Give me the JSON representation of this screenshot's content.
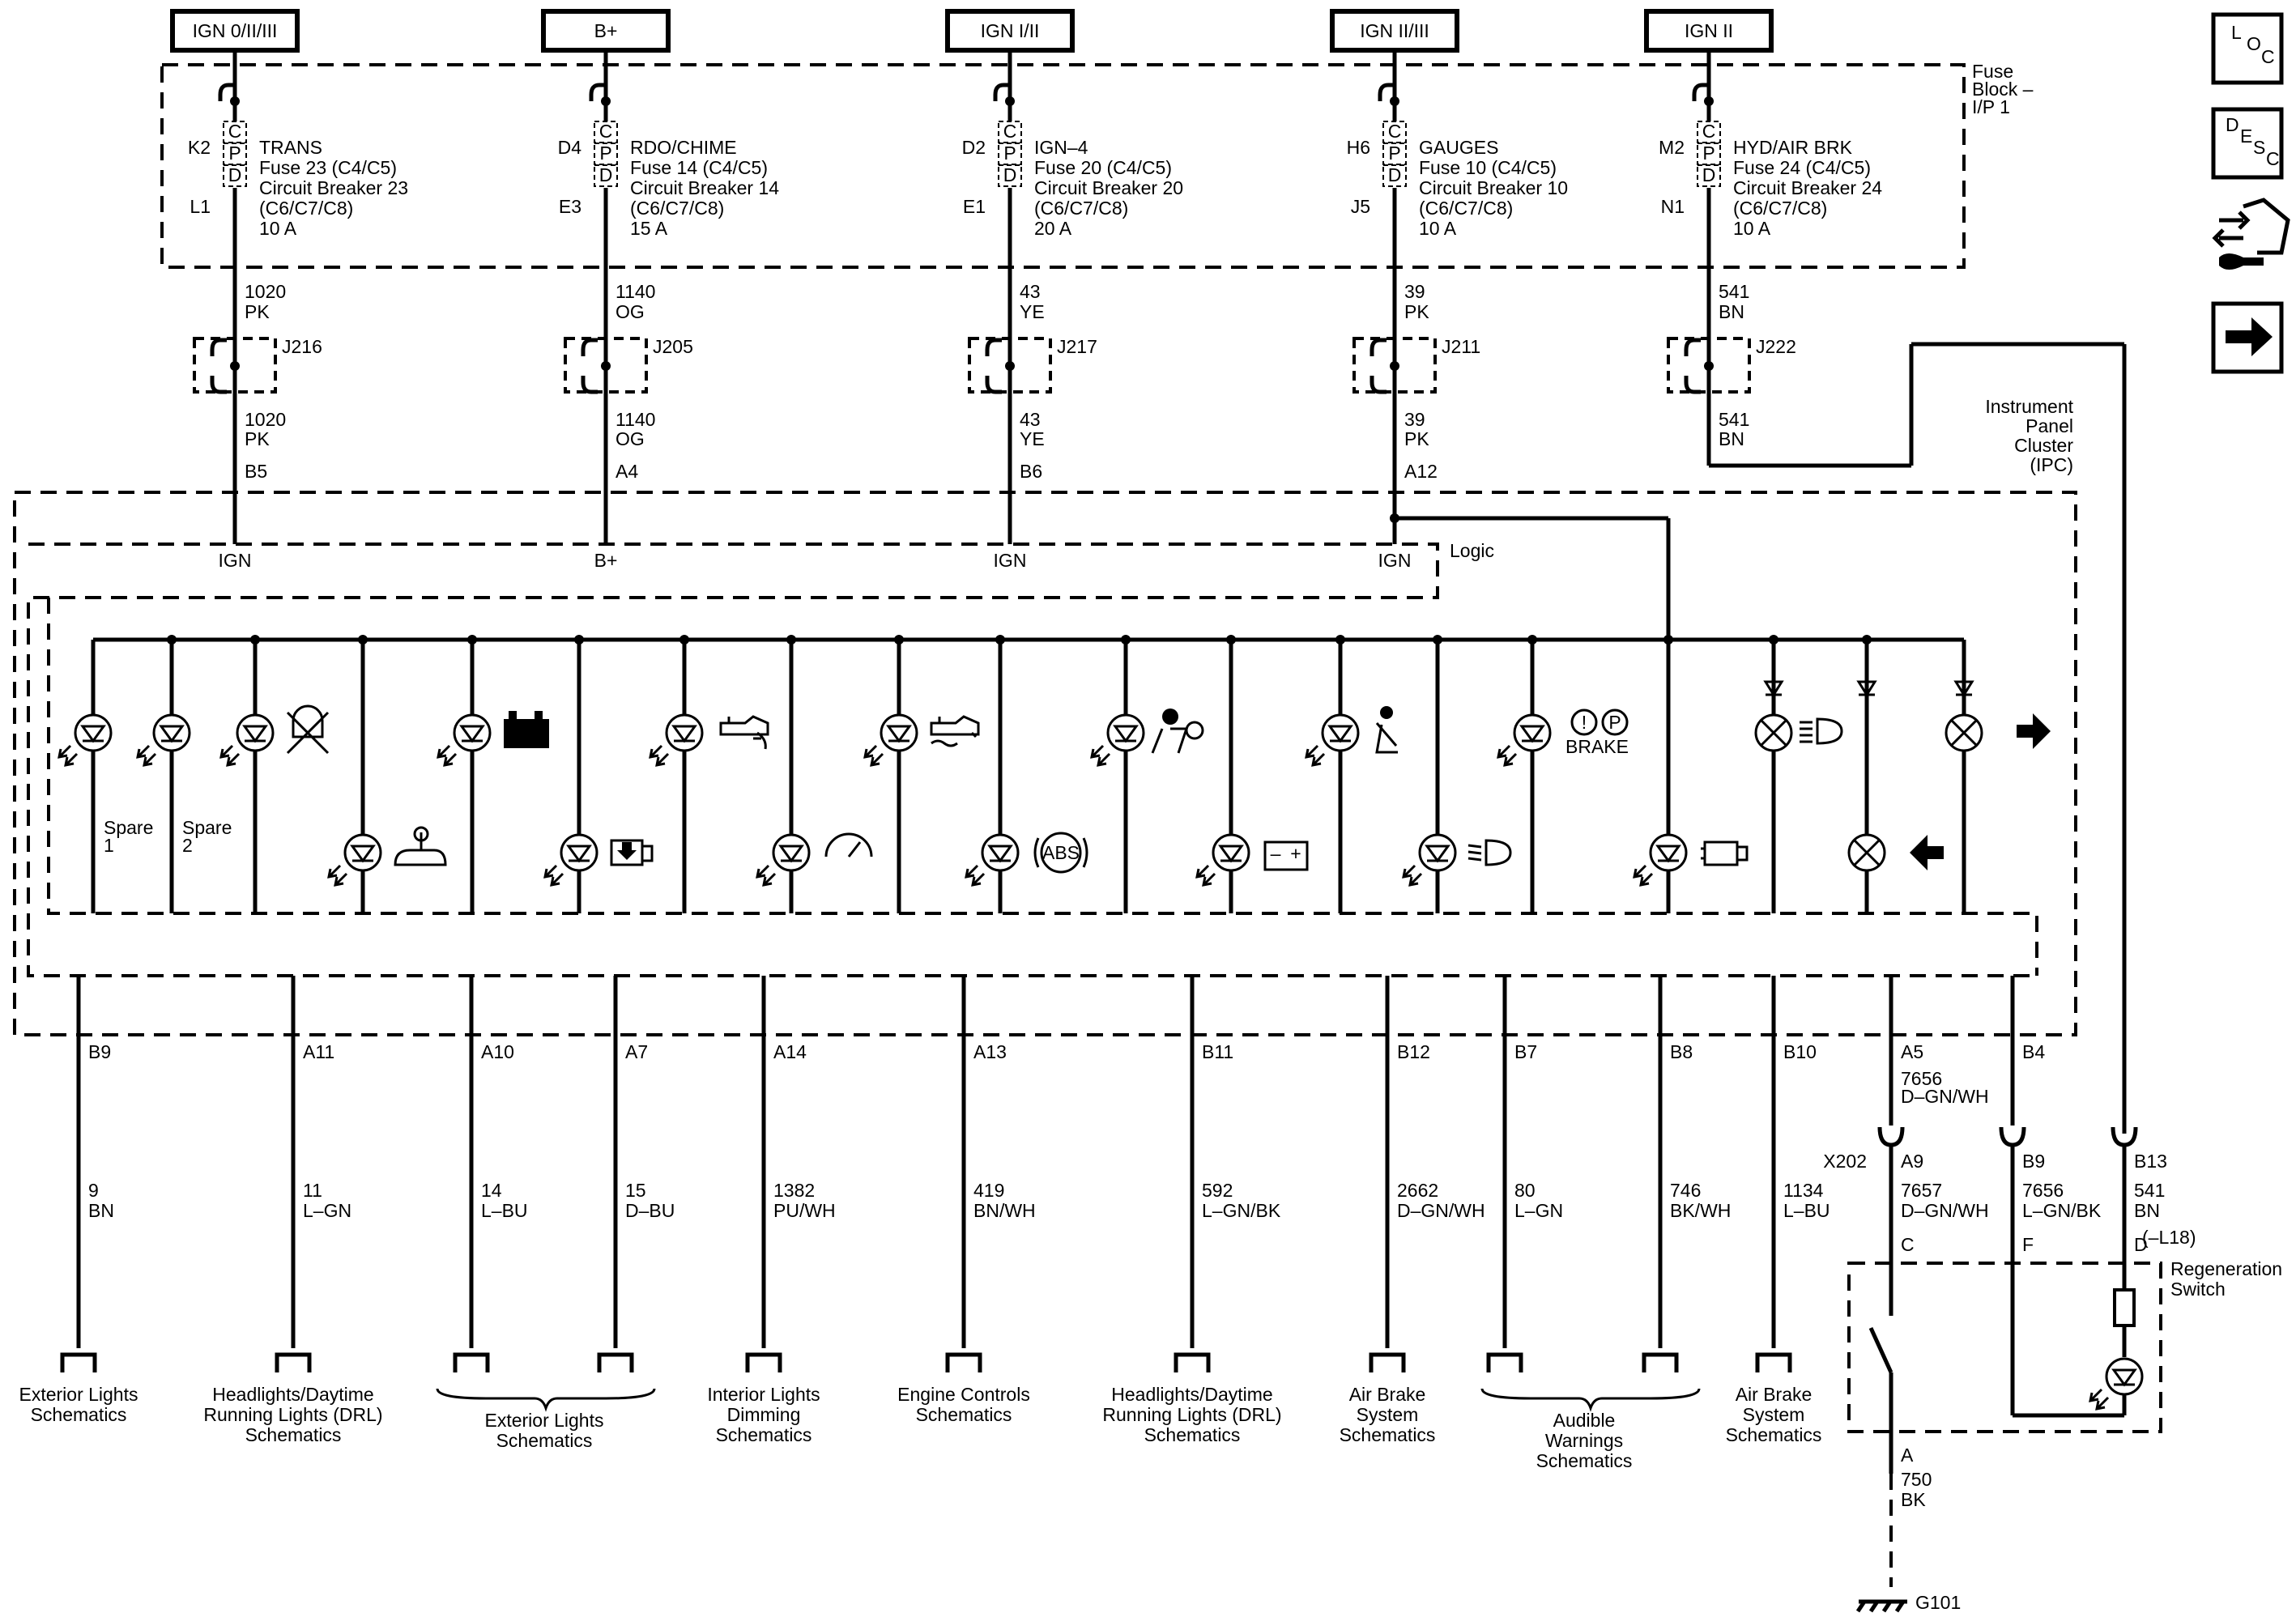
{
  "power_sources": [
    {
      "id": "ign-0-ii-iii",
      "label": "IGN 0/II/III"
    },
    {
      "id": "bplus",
      "label": "B+"
    },
    {
      "id": "ign-i-ii",
      "label": "IGN I/II"
    },
    {
      "id": "ign-ii-iii",
      "label": "IGN II/III"
    },
    {
      "id": "ign-ii",
      "label": "IGN II"
    }
  ],
  "fuse_block_label": [
    "Fuse",
    "Block –",
    "I/P 1"
  ],
  "fuses": [
    {
      "top_pin": "K2",
      "bottom_pin": "L1",
      "lines": [
        "TRANS",
        "Fuse 23 (C4/C5)",
        "Circuit Breaker 23",
        "(C6/C7/C8)",
        "10 A"
      ],
      "circuit_in": "1020",
      "color_in": "PK",
      "splice": "J216",
      "circuit_out": "1020",
      "color_out": "PK",
      "ipc_pin": "B5",
      "ipc_input": "IGN"
    },
    {
      "top_pin": "D4",
      "bottom_pin": "E3",
      "lines": [
        "RDO/CHIME",
        "Fuse 14 (C4/C5)",
        "Circuit Breaker 14",
        "(C6/C7/C8)",
        "15 A"
      ],
      "circuit_in": "1140",
      "color_in": "OG",
      "splice": "J205",
      "circuit_out": "1140",
      "color_out": "OG",
      "ipc_pin": "A4",
      "ipc_input": "B+"
    },
    {
      "top_pin": "D2",
      "bottom_pin": "E1",
      "lines": [
        "IGN–4",
        "Fuse 20 (C4/C5)",
        "Circuit Breaker 20",
        "(C6/C7/C8)",
        "20 A"
      ],
      "circuit_in": "43",
      "color_in": "YE",
      "splice": "J217",
      "circuit_out": "43",
      "color_out": "YE",
      "ipc_pin": "B6",
      "ipc_input": "IGN"
    },
    {
      "top_pin": "H6",
      "bottom_pin": "J5",
      "lines": [
        "GAUGES",
        "Fuse 10 (C4/C5)",
        "Circuit Breaker 10",
        "(C6/C7/C8)",
        "10 A"
      ],
      "circuit_in": "39",
      "color_in": "PK",
      "splice": "J211",
      "circuit_out": "39",
      "color_out": "PK",
      "ipc_pin": "A12",
      "ipc_input": "IGN"
    },
    {
      "top_pin": "M2",
      "bottom_pin": "N1",
      "lines": [
        "HYD/AIR BRK",
        "Fuse 24 (C4/C5)",
        "Circuit Breaker 24",
        "(C6/C7/C8)",
        "10 A"
      ],
      "circuit_in": "541",
      "color_in": "BN",
      "splice": "J222",
      "circuit_out": "541",
      "color_out": "BN",
      "ipc_pin": "",
      "ipc_input": ""
    }
  ],
  "cpd_letters": [
    "C",
    "P",
    "D"
  ],
  "ipc_label": [
    "Instrument",
    "Panel",
    "Cluster",
    "(IPC)"
  ],
  "logic_label": "Logic",
  "spare_labels": [
    {
      "name": "Spare",
      "num": "1"
    },
    {
      "name": "Spare",
      "num": "2"
    }
  ],
  "brake_text": "BRAKE",
  "abs_text": "ABS",
  "battery_minus": "–",
  "battery_plus": "+",
  "bottom_circuits": [
    {
      "pin": "B9",
      "circuit": "9",
      "color": "BN"
    },
    {
      "pin": "A11",
      "circuit": "11",
      "color": "L–GN"
    },
    {
      "pin": "A10",
      "circuit": "14",
      "color": "L–BU"
    },
    {
      "pin": "A7",
      "circuit": "15",
      "color": "D–BU"
    },
    {
      "pin": "A14",
      "circuit": "1382",
      "color": "PU/WH"
    },
    {
      "pin": "A13",
      "circuit": "419",
      "color": "BN/WH"
    },
    {
      "pin": "B11",
      "circuit": "592",
      "color": "L–GN/BK"
    },
    {
      "pin": "B12",
      "circuit": "2662",
      "color": "D–GN/WH"
    },
    {
      "pin": "B7",
      "circuit": "80",
      "color": "L–GN"
    },
    {
      "pin": "B8",
      "circuit": "746",
      "color": "BK/WH"
    },
    {
      "pin": "B10",
      "circuit": "1134",
      "color": "L–BU"
    }
  ],
  "destinations": [
    {
      "lines": [
        "Exterior Lights",
        "Schematics"
      ]
    },
    {
      "lines": [
        "Headlights/Daytime",
        "Running Lights (DRL)",
        "Schematics"
      ]
    },
    {
      "lines": [
        "Exterior Lights",
        "Schematics"
      ]
    },
    {
      "lines": [
        "Interior Lights",
        "Dimming",
        "Schematics"
      ]
    },
    {
      "lines": [
        "Engine Controls",
        "Schematics"
      ]
    },
    {
      "lines": [
        "Headlights/Daytime",
        "Running Lights (DRL)",
        "Schematics"
      ]
    },
    {
      "lines": [
        "Air Brake",
        "System",
        "Schematics"
      ]
    },
    {
      "lines": [
        "Audible",
        "Warnings",
        "Schematics"
      ]
    },
    {
      "lines": [
        "Air Brake",
        "System",
        "Schematics"
      ]
    }
  ],
  "regen": {
    "a5_pin": "A5",
    "a5_circuit": "7656",
    "a5_color": "D–GN/WH",
    "b4_pin": "B4",
    "connector": "X202",
    "a9_pin": "A9",
    "a9_circuit": "7657",
    "a9_color": "D–GN/WH",
    "b9_pin": "B9",
    "b9_circuit": "7656",
    "b9_color": "L–GN/BK",
    "b13_pin": "B13",
    "b13_circuit": "541",
    "b13_color": "BN",
    "pin_c": "C",
    "pin_f": "F",
    "pin_d": "D",
    "option": "(–L18)",
    "name": [
      "Regeneration",
      "Switch"
    ],
    "pin_a": "A",
    "ground_circuit": "750",
    "ground_color": "BK",
    "ground": "G101"
  },
  "side_icons": [
    {
      "name": "loc-icon",
      "letters": [
        "L",
        "O",
        "C"
      ]
    },
    {
      "name": "desc-icon",
      "letters": [
        "D",
        "E",
        "S",
        "C"
      ]
    },
    {
      "name": "connector-tool-icon"
    },
    {
      "name": "next-arrow-icon"
    }
  ]
}
